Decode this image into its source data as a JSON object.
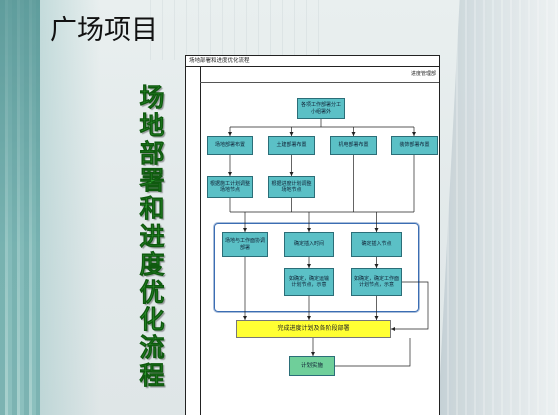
{
  "slide": {
    "title": "广场项目",
    "side_title": [
      "场",
      "地",
      "部",
      "署",
      "和",
      "进",
      "度",
      "优",
      "化",
      "流",
      "程"
    ]
  },
  "diagram": {
    "header": "场地部署和进度优化流程",
    "lane_label": "进度管理部",
    "nodes": {
      "start": "各项工作部署分工小组署外",
      "site": "场地部署布置",
      "civil": "土建部署布置",
      "mep": "机电部署布置",
      "decoration": "装饰部署布置",
      "plan_site": "根据施工计划调整场地节点",
      "plan_progress": "根据进度计划调整场地节点",
      "coordinate": "场地与工作面协调部署",
      "insert_time": "确定插入时间",
      "insert_node": "确定插入节点",
      "confirm_transport": "如确定，确定运输计划节点，示意",
      "confirm_workface": "如确定，确定工作面计划节点，示意",
      "complete": "完成进度计划及各阶段部署",
      "execute": "计划实施"
    }
  },
  "theme": {
    "node_fill": "#5bc0c6",
    "node_border": "#2b6e78",
    "highlight_fill": "#ffff33",
    "end_fill": "#6fcf9a",
    "side_title": "#33a333"
  }
}
